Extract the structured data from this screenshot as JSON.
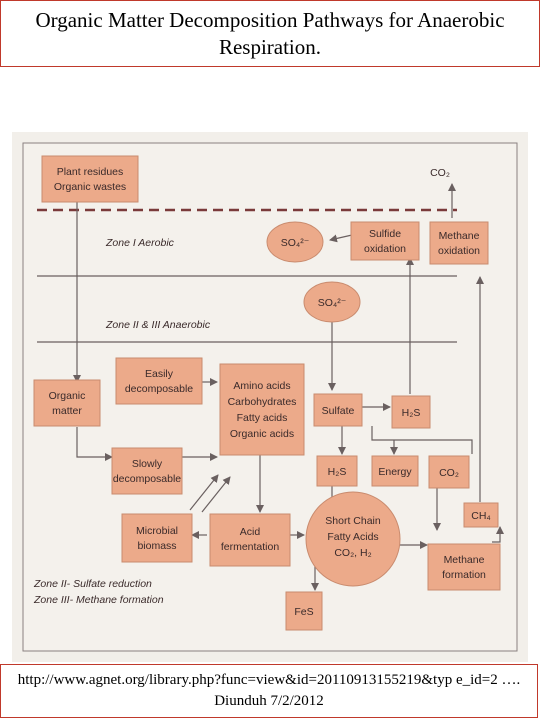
{
  "title": "Organic Matter Decomposition Pathways for Anaerobic Respiration.",
  "footer": "http://www.agnet.org/library.php?func=view&id=20110913155219&typ e_id=2 …. Diunduh 7/2/2012",
  "diagram": {
    "zones": {
      "aerobic": "Zone I Aerobic",
      "anaerobic": "Zone II & III Anaerobic",
      "legend_1": "Zone II- Sulfate reduction",
      "legend_2": "Zone III- Methane formation"
    },
    "nodes": {
      "plant_residues": [
        "Plant residues",
        "Organic wastes"
      ],
      "co2_top": "CO₂",
      "so4_top": "SO₄²⁻",
      "sulfide_oxidation": [
        "Sulfide",
        "oxidation"
      ],
      "methane_oxidation": [
        "Methane",
        "oxidation"
      ],
      "so4_mid": "SO₄²⁻",
      "organic_matter": [
        "Organic",
        "matter"
      ],
      "easily_decomposable": [
        "Easily",
        "decomposable"
      ],
      "slowly_decomposable": [
        "Slowly",
        "decomposable"
      ],
      "amino_acids": [
        "Amino acids",
        "Carbohydrates",
        "Fatty acids",
        "Organic acids"
      ],
      "sulfate": "Sulfate",
      "h2s_right": "H₂S",
      "h2s_lower": "H₂S",
      "energy": "Energy",
      "co2_lower": "CO₂",
      "ch4": "CH₄",
      "microbial_biomass": [
        "Microbial",
        "biomass"
      ],
      "acid_fermentation": [
        "Acid",
        "fermentation"
      ],
      "short_chain": [
        "Short Chain",
        "Fatty Acids",
        "CO₂, H₂"
      ],
      "methane_formation": [
        "Methane",
        "formation"
      ],
      "fes": "FeS"
    }
  }
}
